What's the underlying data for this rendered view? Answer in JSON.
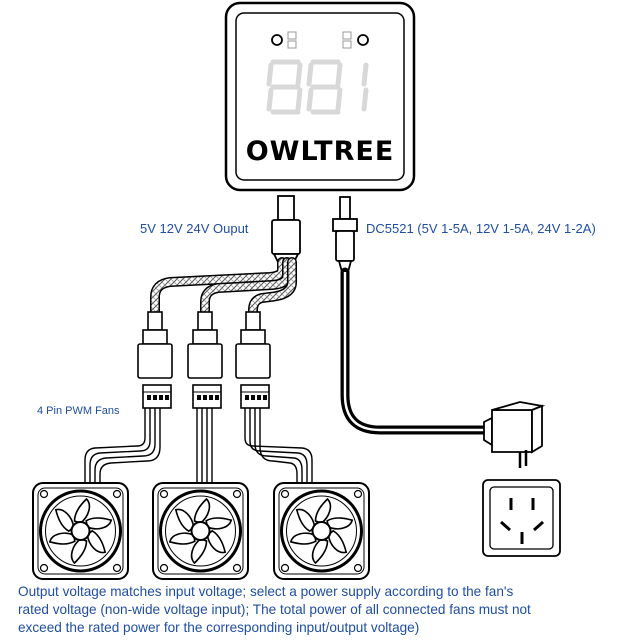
{
  "controller": {
    "brand": "OWLTREE",
    "display_digits": "881"
  },
  "labels": {
    "output": "5V 12V 24V Ouput",
    "input": "DC5521 (5V 1-5A, 12V 1-5A, 24V 1-2A)",
    "fans": "4 Pin PWM Fans"
  },
  "note": {
    "lines": [
      "Output voltage matches input voltage; select a power supply according to the fan's",
      "rated voltage (non-wide voltage input); The total power of all connected fans must not",
      "exceed the rated power for the corresponding input/output voltage)"
    ]
  },
  "icons": [
    "led-indicator-icon",
    "seven-segment-display",
    "usb-connector",
    "dc-barrel-plug",
    "fan-icon",
    "power-adapter",
    "wall-outlet"
  ],
  "colors": {
    "label": "#1f4ea3",
    "line": "#000000",
    "display": "#e6e6e6"
  }
}
